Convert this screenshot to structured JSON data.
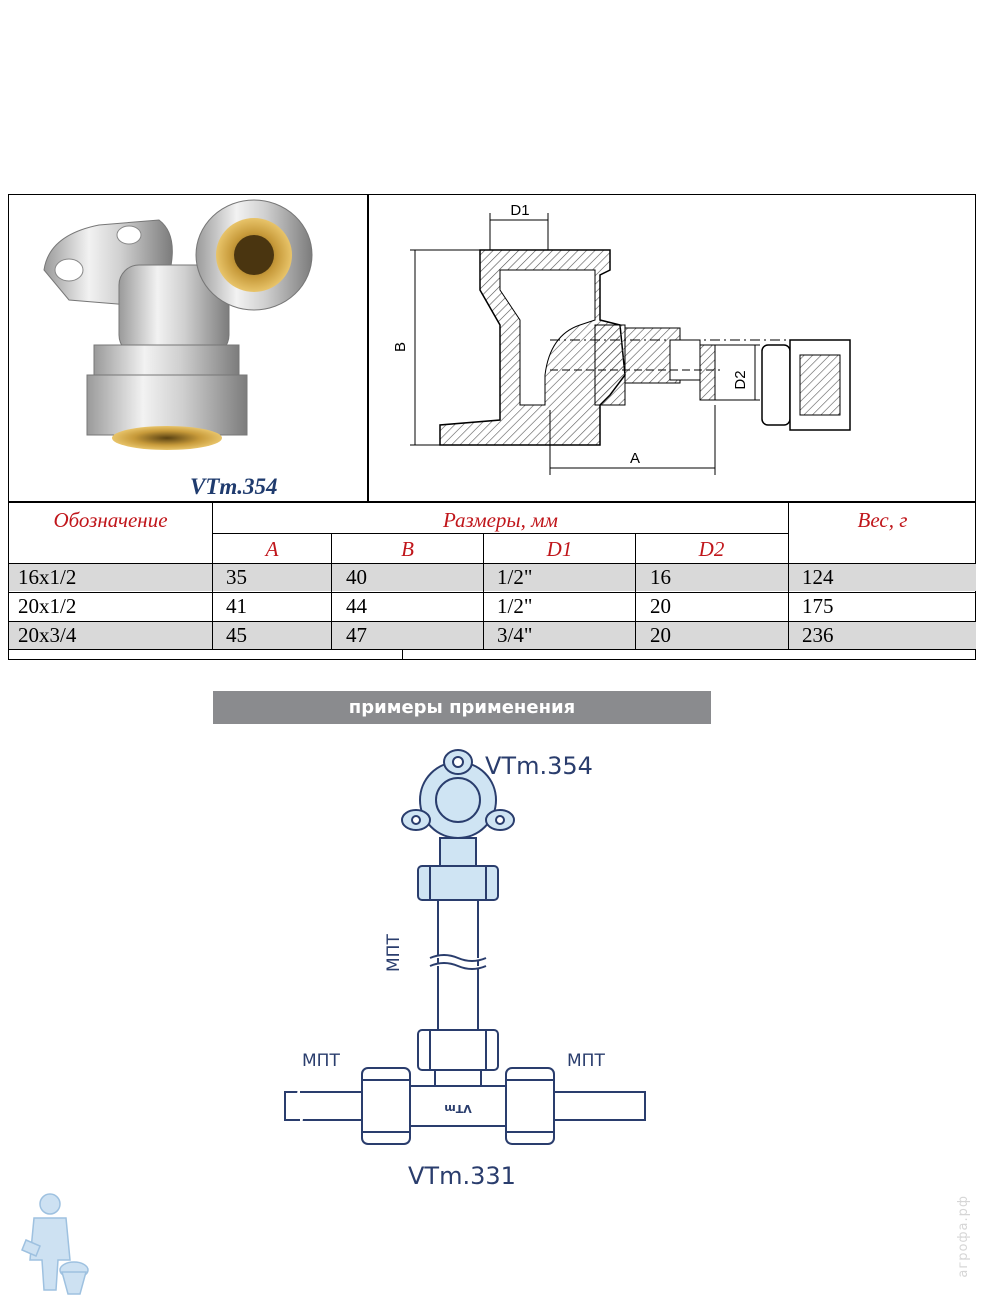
{
  "product": {
    "model": "VTm.354"
  },
  "drawing": {
    "labels": {
      "d1": "D1",
      "b": "B",
      "d2": "D2",
      "a": "A"
    }
  },
  "table": {
    "headers": {
      "designation": "Обозначение",
      "dimensions": "Размеры, мм",
      "weight": "Вес, г"
    },
    "subheaders": [
      "A",
      "B",
      "D1",
      "D2"
    ],
    "rows": [
      {
        "designation": "16x1/2",
        "a": "35",
        "b": "40",
        "d1": "1/2\"",
        "d2": "16",
        "weight": "124"
      },
      {
        "designation": "20x1/2",
        "a": "41",
        "b": "44",
        "d1": "1/2\"",
        "d2": "20",
        "weight": "175"
      },
      {
        "designation": "20x3/4",
        "a": "45",
        "b": "47",
        "d1": "3/4\"",
        "d2": "20",
        "weight": "236"
      }
    ]
  },
  "application": {
    "banner": "примеры применения",
    "top_fitting": "VTm.354",
    "bottom_fitting": "VTm.331",
    "pipe_vertical": "МПТ",
    "pipe_left": "МПТ",
    "pipe_right": "МПТ",
    "tee_logo": "VTm"
  },
  "watermark": "агрофа.рф",
  "colors": {
    "header_text": "#c0161b",
    "model_text": "#1f3b6e",
    "banner_bg": "#8a8b8e",
    "diagram_fill": "#cfe4f3",
    "diagram_stroke": "#2a3d6d",
    "row_shade": "#d9d9d9"
  }
}
